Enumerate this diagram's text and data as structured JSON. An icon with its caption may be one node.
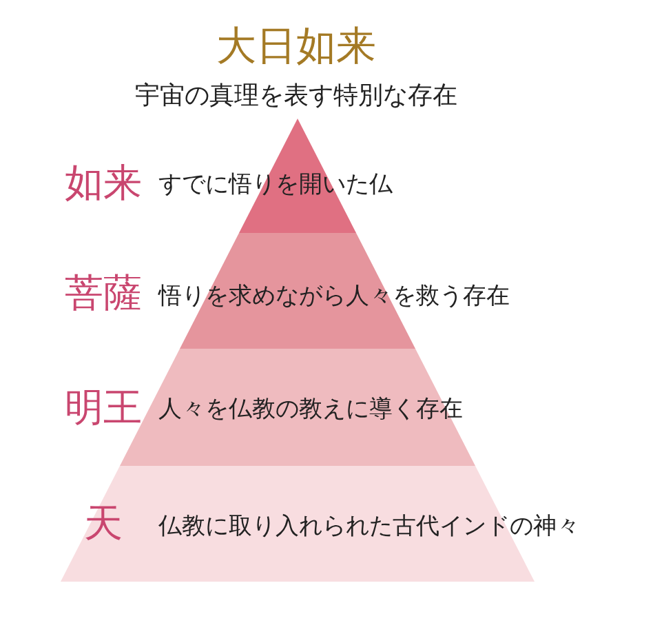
{
  "diagram": {
    "title": "大日如来",
    "nodes": [
      {
        "text": [
          "如来",
          "すでに悟りを開いた仏"
        ]
      },
      {
        "text": [
          "菩薩",
          "悟りを求めながら人々を救う存在"
        ]
      },
      {
        "text": [
          "明王",
          "人々を仏教の教えに導く存在"
        ]
      },
      {
        "text": [
          "天",
          "仏教に取り入れられた古代インドの神々"
        ]
      }
    ],
    "labels": [
      "宇宙の真理を表す特別な存在"
    ]
  }
}
